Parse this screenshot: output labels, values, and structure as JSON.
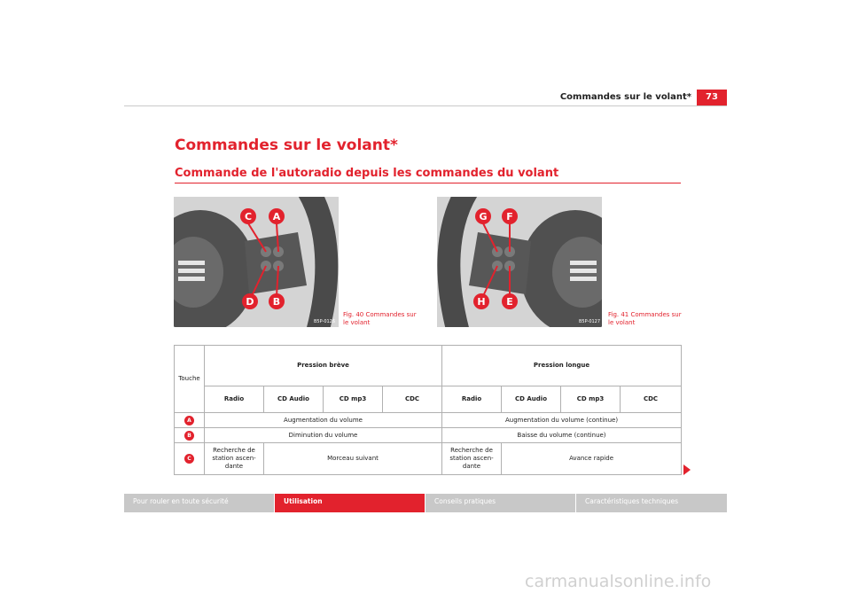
{
  "header": {
    "running_title": "Commandes sur le volant*",
    "page_number": "73"
  },
  "chapter_title": "Commandes sur le volant*",
  "section_title": "Commande de l'autoradio depuis les commandes du volant",
  "figures": [
    {
      "caption": "Fig. 40   Commandes sur le volant",
      "code": "B5P-0126",
      "labels": [
        "C",
        "A",
        "D",
        "B"
      ]
    },
    {
      "caption": "Fig. 41   Commandes sur le volant",
      "code": "B5P-0127",
      "labels": [
        "G",
        "F",
        "H",
        "E"
      ]
    }
  ],
  "table": {
    "key_header": "Touche",
    "short_press_header": "Pression brève",
    "long_press_header": "Pression longue",
    "columns": [
      "Radio",
      "CD Audio",
      "CD mp3",
      "CDC",
      "Radio",
      "CD Audio",
      "CD mp3",
      "CDC"
    ],
    "rows": [
      {
        "key": "A",
        "short": "Augmentation du volume",
        "long": "Augmentation du volume (continue)"
      },
      {
        "key": "B",
        "short": "Diminution du volume",
        "long": "Baisse du volume (continue)"
      },
      {
        "key": "C",
        "short_radio": "Recherche de station ascen- dante",
        "short_other": "Morceau suivant",
        "long_radio": "Recherche de station ascen- dante",
        "long_other": "Avance rapide"
      }
    ]
  },
  "footer_tabs": [
    {
      "label": "Pour rouler en toute sécurité",
      "active": false
    },
    {
      "label": "Utilisation",
      "active": true
    },
    {
      "label": "Conseils pratiques",
      "active": false
    },
    {
      "label": "Caractéristiques techniques",
      "active": false
    }
  ],
  "watermark": "carmanualsonline.info",
  "colors": {
    "accent": "#e2222d",
    "tab_gray": "#c8c8c8"
  }
}
